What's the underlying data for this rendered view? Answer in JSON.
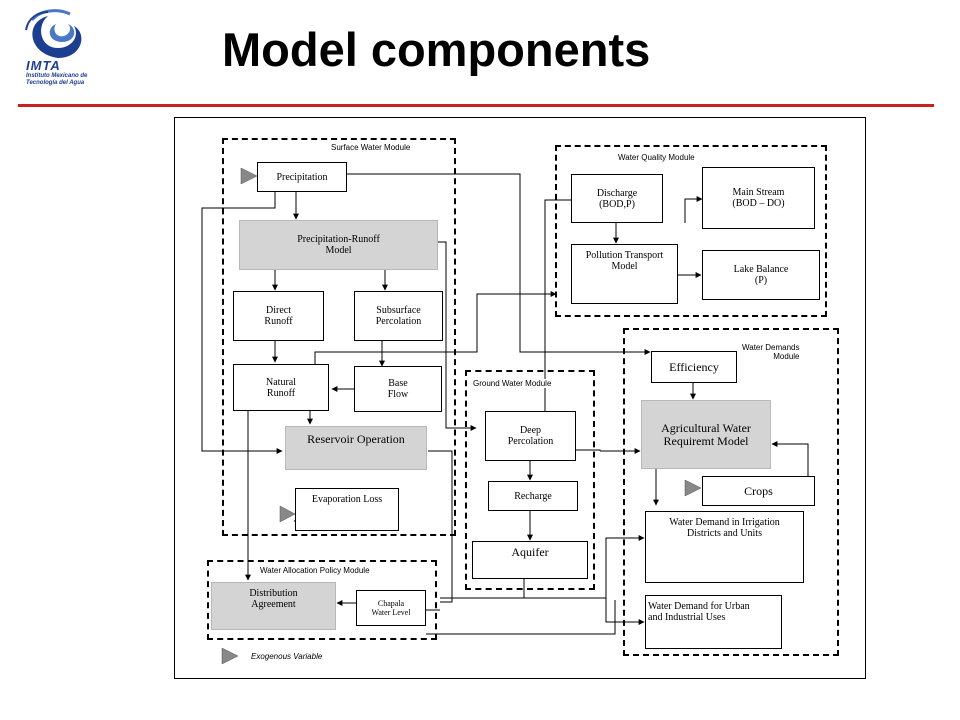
{
  "header": {
    "title": "Model components",
    "logo_name": "IMTA",
    "logo_subtitle": "Instituto Mexicano de Tecnología del Agua",
    "rule_color": "#cc1f1f",
    "logo_color": "#1d3f8f"
  },
  "modules": {
    "surface_water": "Surface Water Module",
    "water_quality": "Water Quality Module",
    "water_demands": "Water Demands\nModule",
    "ground_water": "Ground Water Module",
    "water_allocation": "Water Allocation Policy Module"
  },
  "boxes": {
    "precipitation": "Precipitation",
    "precip_runoff": "Precipitation-Runoff\nModel",
    "direct_runoff": "Direct\nRunoff",
    "subsurface_percolation": "Subsurface\nPercolation",
    "natural_runoff": "Natural\nRunoff",
    "base_flow": "Base\nFlow",
    "reservoir_operation": "Reservoir Operation",
    "evaporation_loss": "Evaporation Loss",
    "discharge": "Discharge\n(BOD,P)",
    "main_stream": "Main Stream\n(BOD – DO)",
    "pollution_transport": "Pollution Transport\nModel",
    "lake_balance": "Lake Balance\n(P)",
    "efficiency": "Efficiency",
    "agricultural_water": "Agricultural Water\nRequiremt Model",
    "crops": "Crops",
    "water_demand_irrigation": "Water Demand in Irrigation\nDistricts and Units",
    "water_demand_urban": "Water Demand for Urban\nand Industrial Uses",
    "deep_percolation": "Deep\nPercolation",
    "recharge": "Recharge",
    "aquifer": "Aquifer",
    "distribution_agreement": "Distribution\nAgreement",
    "chapala_water_level": "Chapala\nWater Level"
  },
  "legend": {
    "exogenous_variable": "Exogenous Variable"
  }
}
